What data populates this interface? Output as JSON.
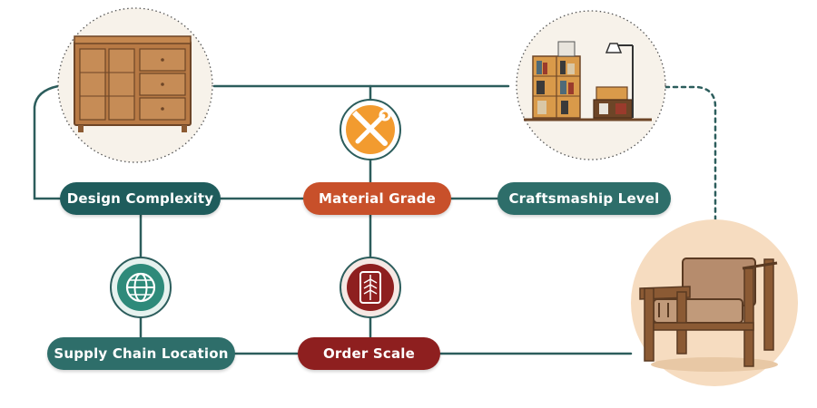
{
  "nodes": {
    "design_complexity": {
      "label": "Design Complexity"
    },
    "material_grade": {
      "label": "Material Grade"
    },
    "craftsmanship_level": {
      "label": "Craftsmaship Level"
    },
    "supply_chain_location": {
      "label": "Supply Chain Location"
    },
    "order_scale": {
      "label": "Order Scale"
    }
  },
  "icons": {
    "material_grade": "tools-icon",
    "supply_chain_location": "globe-icon",
    "order_scale": "wood-grain-icon"
  },
  "illustrations": [
    "cabinet-illustration",
    "bookshelf-room-illustration",
    "armchair-illustration"
  ],
  "colors": {
    "teal": "#1f5c5c",
    "teal_light": "#2e7a72",
    "orange": "#c8502a",
    "dark_red": "#8e1f1f",
    "line": "#2c5d5c",
    "badge_ring": "#f2eee6",
    "icon_orange": "#f29b2f"
  }
}
